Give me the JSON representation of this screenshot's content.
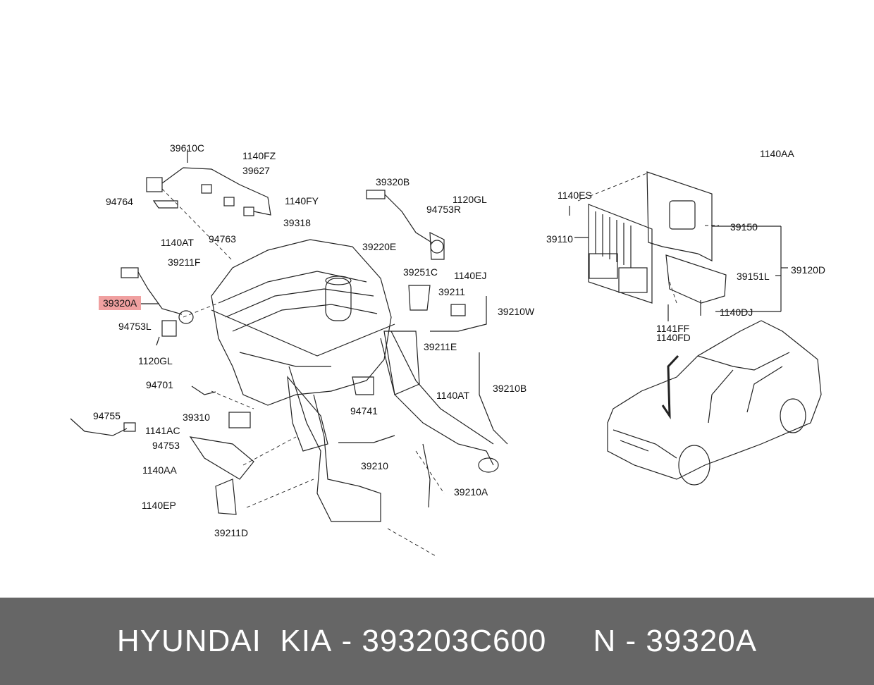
{
  "diagram": {
    "highlight_color": "#f0a0a0",
    "labels": {
      "l39610C": "39610C",
      "l1140FZ": "1140FZ",
      "l39627": "39627",
      "l94764": "94764",
      "l1140FY": "1140FY",
      "l39320B": "39320B",
      "l1120GL_top": "1120GL",
      "l94753R": "94753R",
      "l39318": "39318",
      "l1140AT_top": "1140AT",
      "l94763": "94763",
      "l39220E": "39220E",
      "l39211F": "39211F",
      "l39251C": "39251C",
      "l1140EJ": "1140EJ",
      "l39320A": "39320A",
      "l39211": "39211",
      "l39210W": "39210W",
      "l94753L": "94753L",
      "l1120GL_bot": "1120GL",
      "l39211E": "39211E",
      "l94701": "94701",
      "l39210B": "39210B",
      "l1140AT_bot": "1140AT",
      "l39310": "39310",
      "l94741": "94741",
      "l94755": "94755",
      "l1141AC": "1141AC",
      "l94753": "94753",
      "l39210": "39210",
      "l1140AA_left": "1140AA",
      "l39210A": "39210A",
      "l1140EP": "1140EP",
      "l39211D": "39211D",
      "l1140AA_right": "1140AA",
      "l1140ES": "1140ES",
      "l39110": "39110",
      "l39150": "39150",
      "l39151L": "39151L",
      "l39120D": "39120D",
      "l1140DJ": "1140DJ",
      "l1141FF": "1141FF",
      "l1140FD": "1140FD"
    }
  },
  "footer": {
    "brand": "HYUNDAI  KIA",
    "sep1": " - ",
    "part_number": "393203C600",
    "gap": "     ",
    "prefix": "N",
    "sep2": " - ",
    "ref": "39320A",
    "bg_color": "#666666",
    "text_color": "#ffffff"
  }
}
